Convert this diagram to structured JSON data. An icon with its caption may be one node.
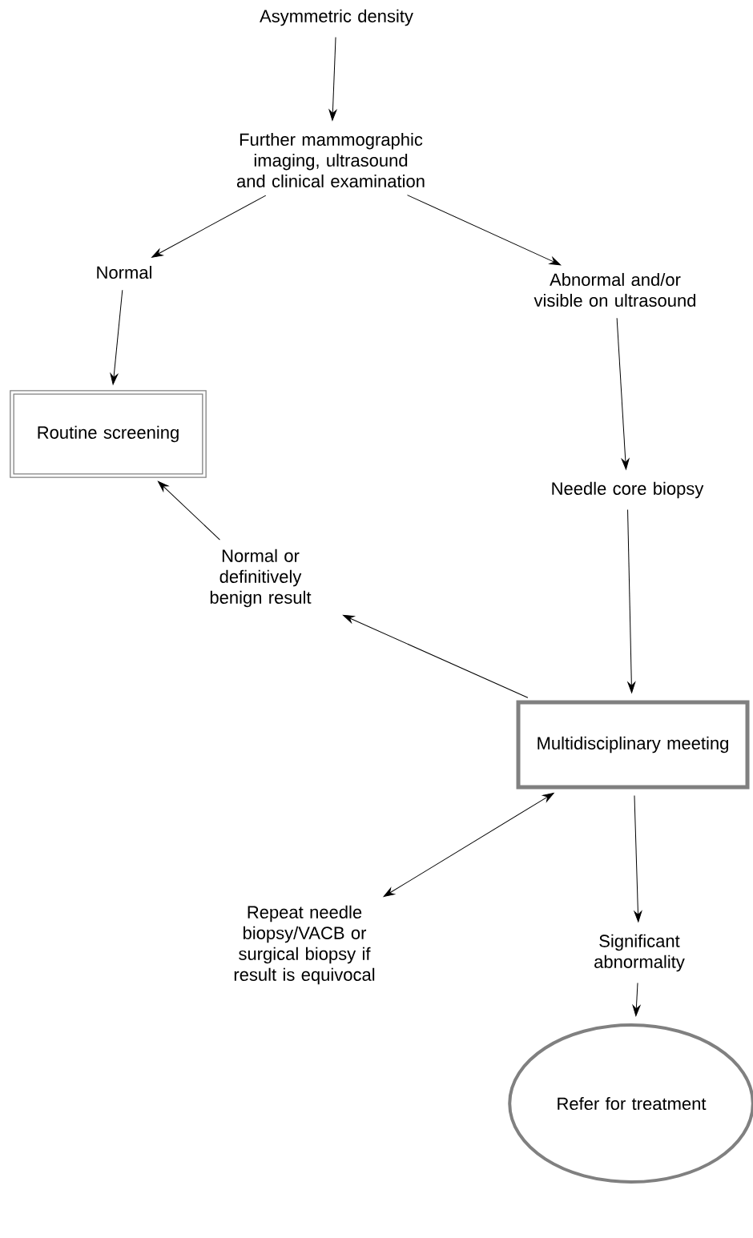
{
  "diagram": {
    "nodes": [
      {
        "text": [
          "Asymmetric density"
        ]
      },
      {
        "text": [
          "Further mammographic imaging, ultrasound and clinical examination"
        ]
      },
      {
        "text": [
          "Normal"
        ]
      },
      {
        "text": [
          "Abnormal and/or visible on ultrasound"
        ]
      },
      {
        "text": [
          "Routine screening"
        ]
      },
      {
        "text": [
          "Needle core biopsy"
        ]
      },
      {
        "text": [
          "Normal or definitively benign result"
        ]
      },
      {
        "text": [
          "Multidisciplinary meeting"
        ]
      },
      {
        "text": [
          "Repeat needle biopsy/VACB or surgical biopsy if result is equivocal"
        ]
      },
      {
        "text": [
          "Significant abnormality"
        ]
      },
      {
        "text": [
          "Refer for treatment"
        ]
      }
    ],
    "edges": [
      {
        "from": 0,
        "to": 1,
        "arrow": "to"
      },
      {
        "from": 1,
        "to": 2,
        "arrow": "to"
      },
      {
        "from": 1,
        "to": 3,
        "arrow": "to"
      },
      {
        "from": 2,
        "to": 4,
        "arrow": "to"
      },
      {
        "from": 3,
        "to": 5,
        "arrow": "to"
      },
      {
        "from": 5,
        "to": 7,
        "arrow": "to"
      },
      {
        "from": 7,
        "to": 6,
        "arrow": "to"
      },
      {
        "from": 6,
        "to": 4,
        "arrow": "to"
      },
      {
        "from": 7,
        "to": 8,
        "arrow": "both"
      },
      {
        "from": 7,
        "to": 9,
        "arrow": "to"
      },
      {
        "from": 9,
        "to": 10,
        "arrow": "to"
      }
    ]
  }
}
